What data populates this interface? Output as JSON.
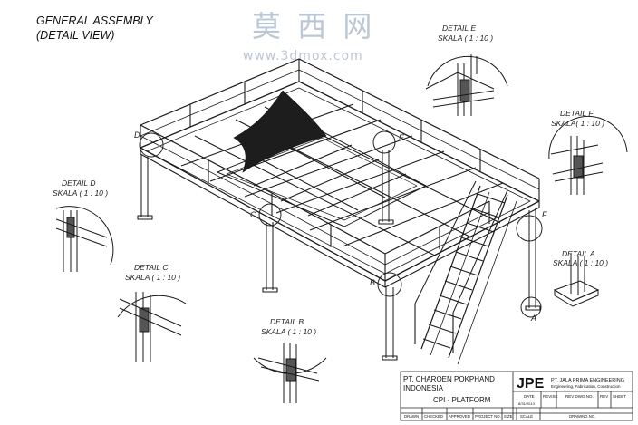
{
  "drawing": {
    "title_line1": "GENERAL ASSEMBLY",
    "title_line2": "(DETAIL VIEW)",
    "callout_letters": [
      "D",
      "E",
      "C",
      "F",
      "B",
      "A"
    ]
  },
  "details": [
    {
      "name": "DETAIL E",
      "scale": "SKALA ( 1 : 10 )"
    },
    {
      "name": "DETAIL F",
      "scale": "SKALA( 1 : 10 )"
    },
    {
      "name": "DETAIL D",
      "scale": "SKALA ( 1 : 10 )"
    },
    {
      "name": "DETAIL C",
      "scale": "SKALA ( 1 : 10 )"
    },
    {
      "name": "DETAIL B",
      "scale": "SKALA ( 1 : 10 )"
    },
    {
      "name": "DETAIL A",
      "scale": "SKALA ( 1 : 10 )"
    }
  ],
  "watermark": {
    "cn": "莫 西 网",
    "url": "www.3dmox.com"
  },
  "title_block": {
    "client_line1": "PT. CHAROEN POKPHAND",
    "client_line2": "INDONESIA",
    "project": "CPI - PLATFORM",
    "logo": "JPE",
    "company": "PT. JALA PRIMA ENGINEERING",
    "company_sub": "Engineering, Fabrication, Construction",
    "date_label": "DATE",
    "date_value": "8/31/2013",
    "revise_label": "REVISE",
    "rev_dwg_label": "REV DWG NO.",
    "rev_label": "REV",
    "sheet_label": "SHEET",
    "drawn_label": "DRAWN",
    "checked_label": "CHECKED",
    "approved_label": "APPROVED",
    "project_no_label": "PROJECT NO.",
    "size_label": "SIZE",
    "scale_label": "SCALE",
    "drawing_no_label": "DRAWING NO."
  }
}
